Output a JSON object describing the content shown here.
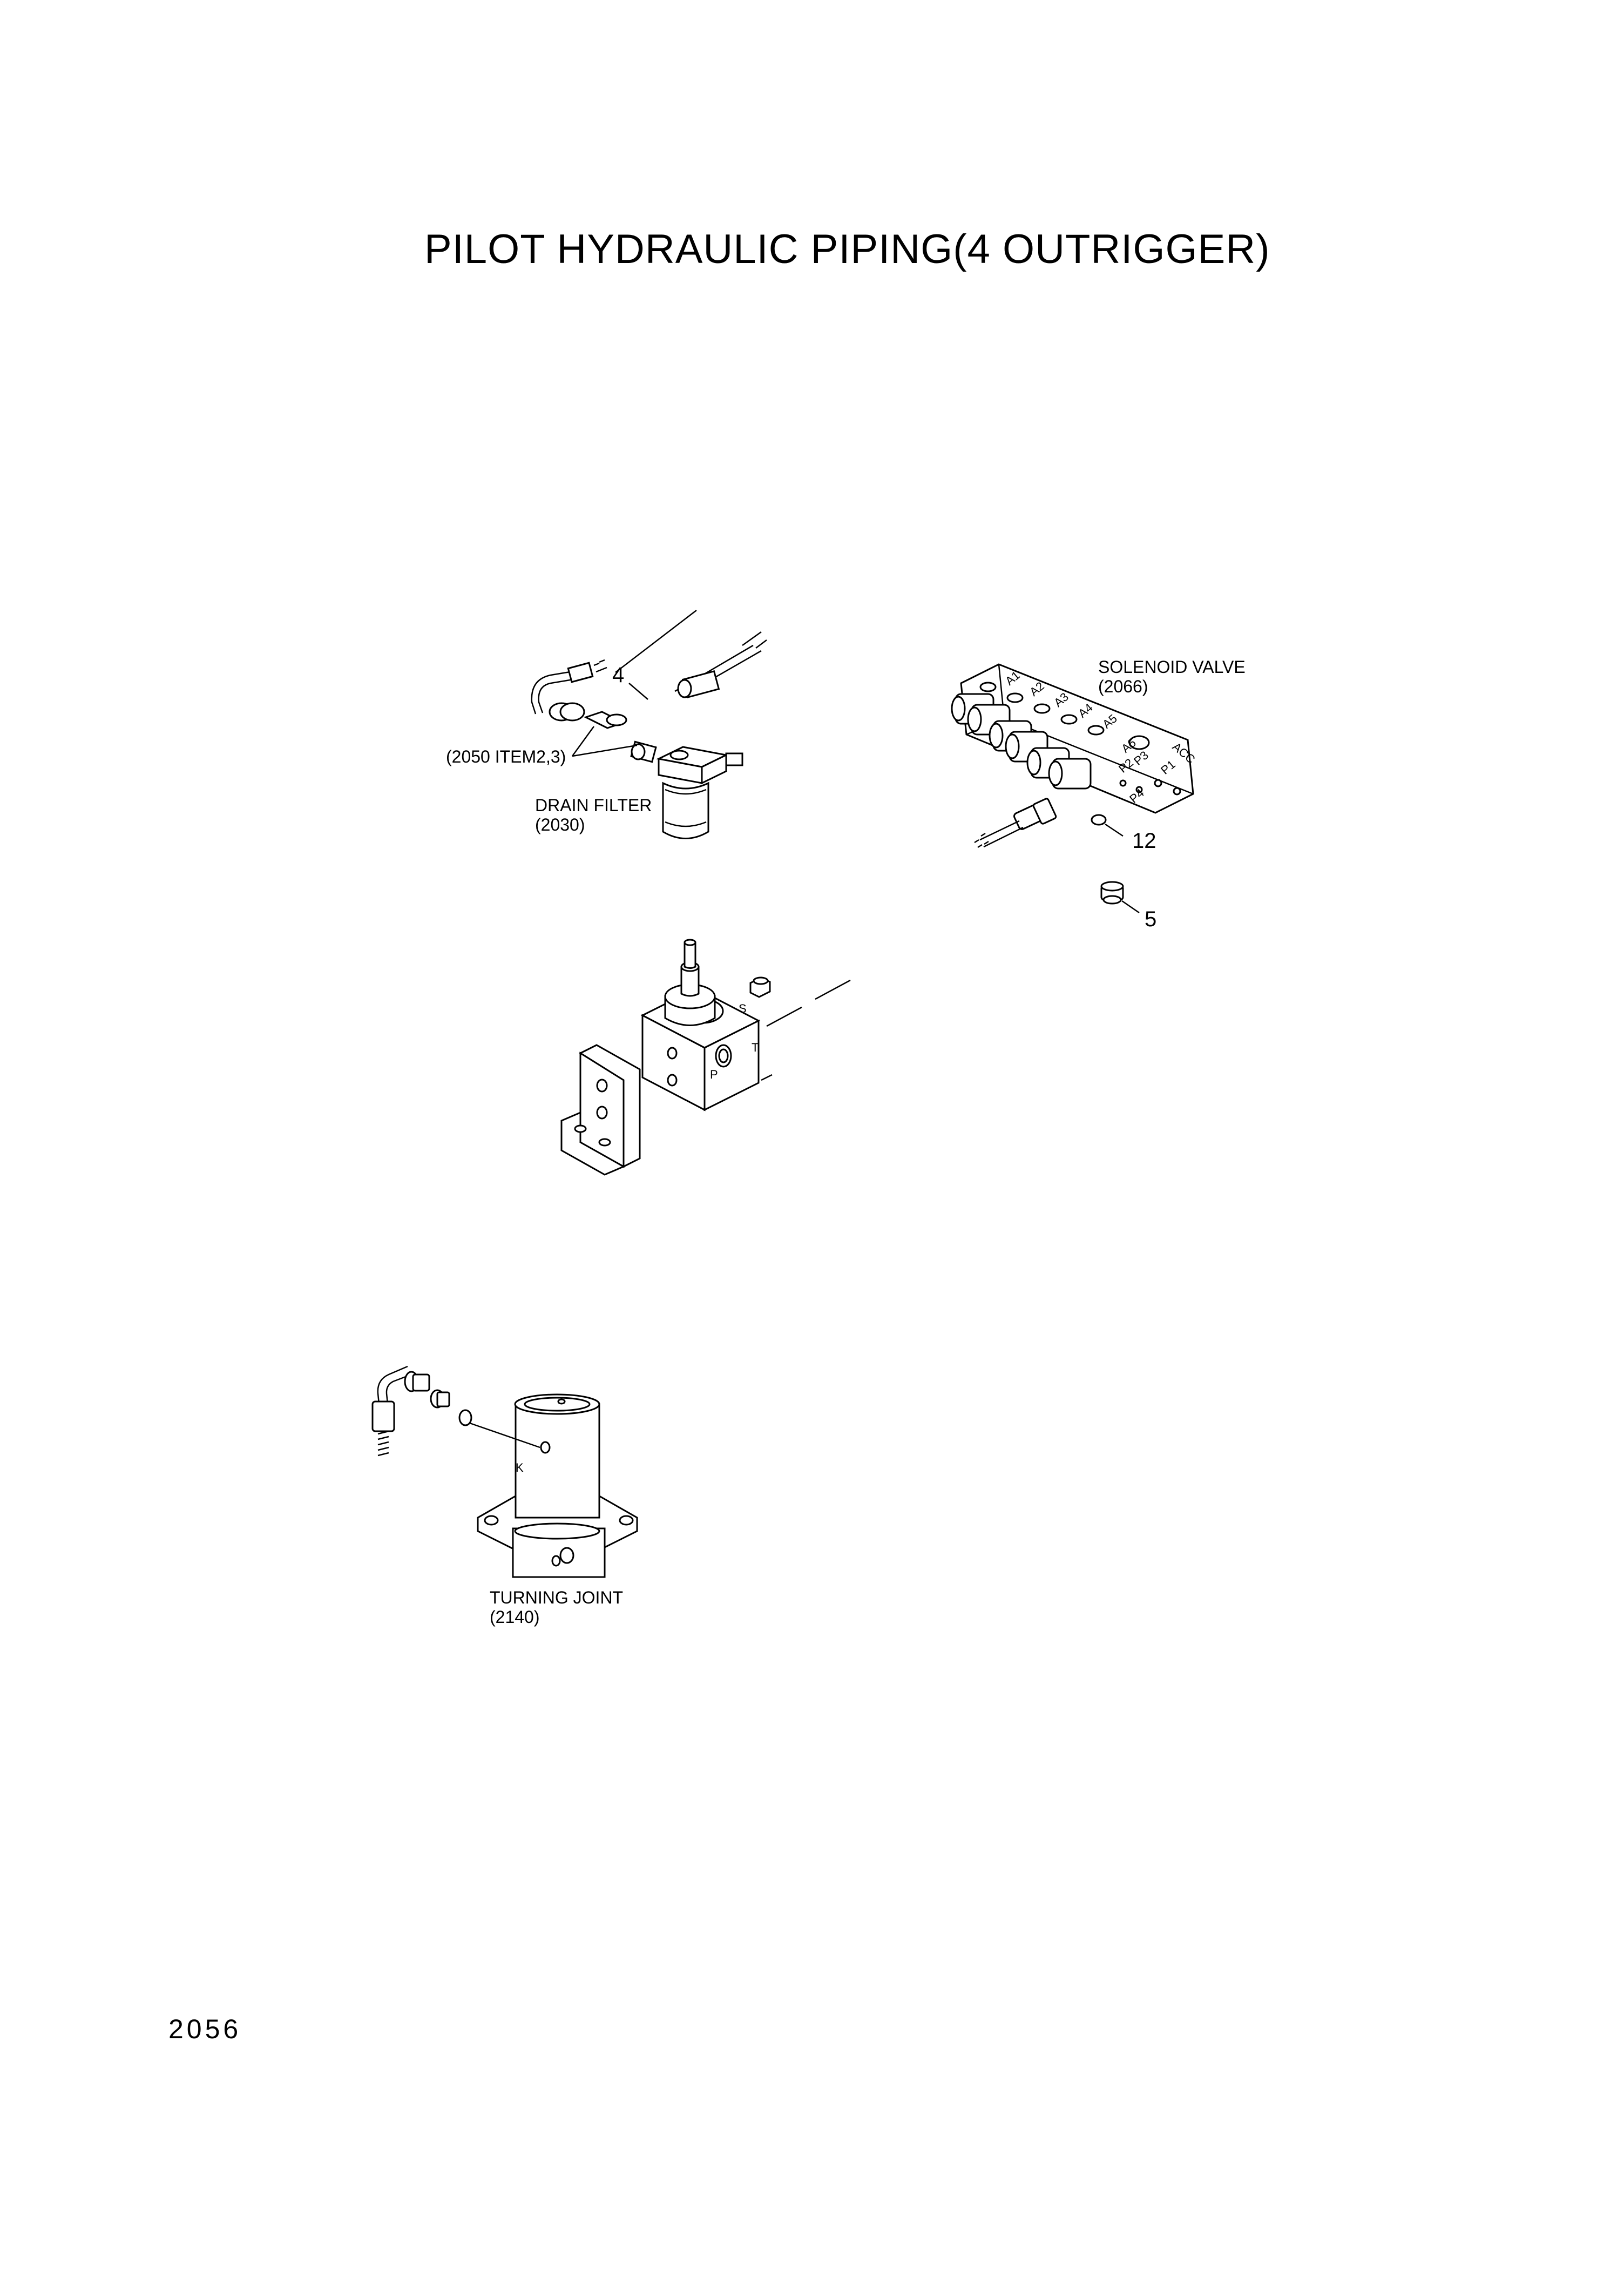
{
  "header": {
    "title": "PILOT HYDRAULIC PIPING(4 OUTRIGGER)"
  },
  "footer": {
    "page_number": "2056"
  },
  "callouts": {
    "item_4": "4",
    "item_12": "12",
    "item_5": "5"
  },
  "labels": {
    "hose_fittings_ref": "(2050 ITEM2,3)",
    "drain_filter_name": "DRAIN FILTER",
    "drain_filter_ref": "(2030)",
    "solenoid_valve_name": "SOLENOID VALVE",
    "solenoid_valve_ref": "(2066)",
    "turning_joint_name": "TURNING JOINT",
    "turning_joint_ref": "(2140)"
  },
  "ports": {
    "accumulator_block": {
      "s": "S",
      "t": "T",
      "p": "P"
    },
    "turning_joint": {
      "k": "K"
    },
    "solenoid_valve": [
      "A1",
      "A2",
      "A3",
      "A4",
      "A5",
      "A6",
      "P2",
      "P3",
      "P4",
      "P1",
      "ACC"
    ]
  }
}
